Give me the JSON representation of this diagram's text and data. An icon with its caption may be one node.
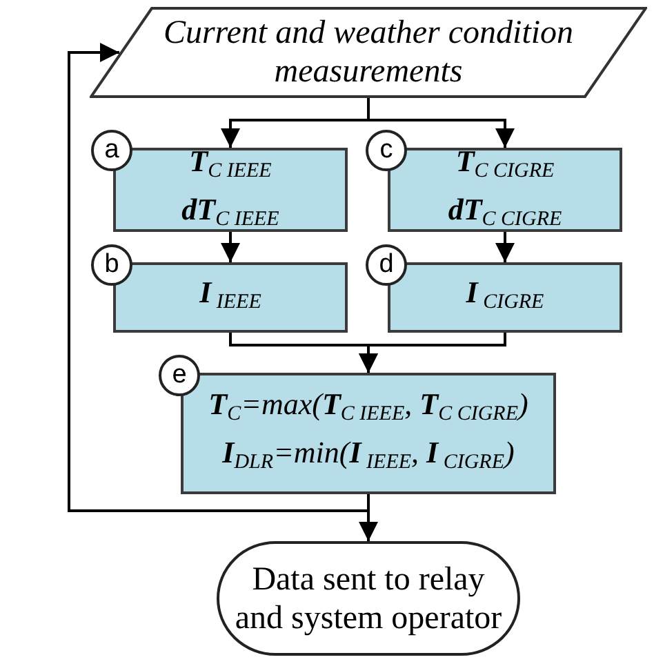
{
  "diagram": {
    "nodes": [
      {
        "text": [
          "Current and weather condition measurements"
        ]
      },
      {
        "text": [
          "**T**$_{C IEEE}$",
          "**dT**$_{C IEEE}$"
        ],
        "beside": [
          "a"
        ]
      },
      {
        "text": [
          "**T**$_{C CIGRE}$",
          "**dT**$_{C CIGRE}$"
        ],
        "beside": [
          "c"
        ]
      },
      {
        "text": [
          "**I**$_{ IEEE}$"
        ],
        "beside": [
          "b"
        ]
      },
      {
        "text": [
          "**I**$_{ CIGRE}$"
        ],
        "beside": [
          "d"
        ]
      },
      {
        "text": [
          "**T**$_{C}$=max(**T**$_{C IEEE}$, **T**$_{C CIGRE}$)",
          "**I**$_{DLR}$=min(**I**$_{ IEEE}$, **I**$_{ CIGRE}$)"
        ],
        "beside": [
          "e"
        ]
      },
      {
        "text": [
          "Data sent to relay and system operator"
        ]
      }
    ],
    "edges": [
      {
        "from": 0,
        "to": 1,
        "arrow": "to"
      },
      {
        "from": 0,
        "to": 2,
        "arrow": "to"
      },
      {
        "from": 1,
        "to": 3,
        "arrow": "to"
      },
      {
        "from": 2,
        "to": 4,
        "arrow": "to"
      },
      {
        "from": 3,
        "to": 5,
        "arrow": "to"
      },
      {
        "from": 4,
        "to": 5,
        "arrow": "to"
      },
      {
        "from": 5,
        "to": 6,
        "arrow": "to"
      },
      {
        "from": 5,
        "to": 0,
        "arrow": "to"
      }
    ]
  }
}
